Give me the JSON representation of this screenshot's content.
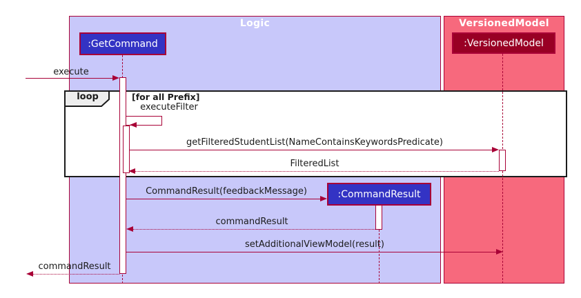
{
  "frames": {
    "logic": {
      "title": "Logic"
    },
    "versioned_model": {
      "title": "VersionedModel"
    }
  },
  "participants": {
    "get_command": {
      "label": ":GetCommand"
    },
    "versioned_model": {
      "label": ":VersionedModel"
    },
    "command_result": {
      "label": ":CommandResult"
    }
  },
  "fragment": {
    "operator": "loop",
    "guard": "[for all Prefix]"
  },
  "messages": {
    "execute": "execute",
    "execute_filter": "executeFilter",
    "get_filtered_student_list": "getFilteredStudentList(NameContainsKeywordsPredicate)",
    "filtered_list": "FilteredList",
    "command_result_call": "CommandResult(feedbackMessage)",
    "command_result_return": "commandResult",
    "set_additional_view_model": "setAdditionalViewModel(result)",
    "command_result_final": "commandResult"
  },
  "colors": {
    "frame_border": "#A80036",
    "arrow": "#A80036",
    "logic_frame_fill": "#C8C8FA",
    "model_frame_fill": "#F7697D",
    "logic_box_fill": "#3333C4",
    "model_box_fill": "#990024",
    "fragment_border": "#1B1B1B",
    "fragment_label_fill": "#EEEEEE"
  }
}
